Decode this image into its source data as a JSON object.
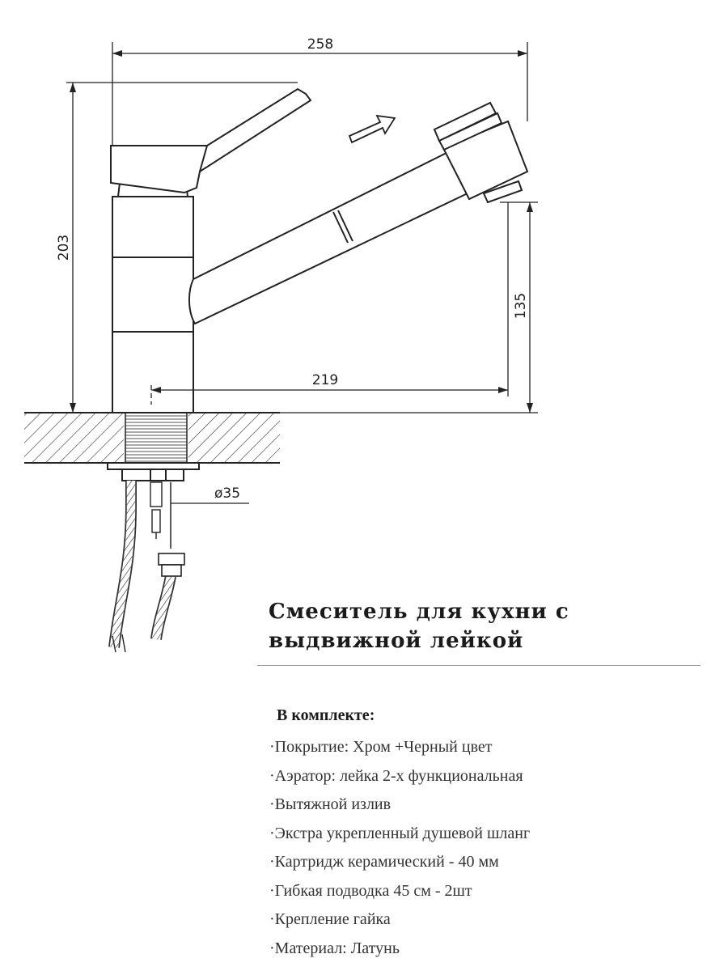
{
  "drawing": {
    "dimensions": {
      "overall_width": "258",
      "overall_height": "203",
      "spout_reach": "219",
      "spout_height": "135",
      "mount_diameter": "ø35"
    }
  },
  "product": {
    "title": "Смеситель для кухни с выдвижной лейкой"
  },
  "kit": {
    "heading": "В комплекте:",
    "items": [
      "Покрытие: Хром +Черный цвет",
      "Аэратор: лейка   2-х функциональная",
      "Вытяжной  излив",
      "Экстра укрепленный душевой шланг",
      "Картридж керамический - 40 мм",
      "Гибкая подводка 45 см - 2шт",
      "Крепление гайка",
      "Материал: Латунь"
    ]
  }
}
